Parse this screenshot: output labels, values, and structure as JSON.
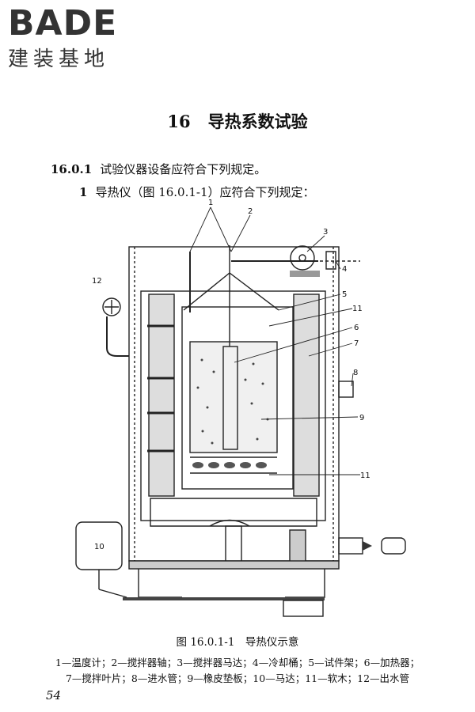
{
  "logo": {
    "wordmark": "BADE",
    "subtitle": "建装基地"
  },
  "chapter": {
    "number": "16",
    "title": "导热系数试验"
  },
  "clause": {
    "number": "16.0.1",
    "text": "试验仪器设备应符合下列规定。"
  },
  "item": {
    "number": "1",
    "text": "导热仪（图 16.0.1-1）应符合下列规定："
  },
  "figure": {
    "caption": "图 16.0.1-1　导热仪示意",
    "callouts": [
      "1",
      "2",
      "3",
      "4",
      "5",
      "11",
      "6",
      "7",
      "8",
      "9",
      "11",
      "12",
      "10"
    ],
    "legend_line1": "1—温度计；2—搅拌器轴；3—搅拌器马达；4—冷却桶；5—试件架；6—加热器；",
    "legend_line2": "7—搅拌叶片；8—进水管；9—橡皮垫板；10—马达；11—软木；12—出水管"
  },
  "page_number": "54"
}
